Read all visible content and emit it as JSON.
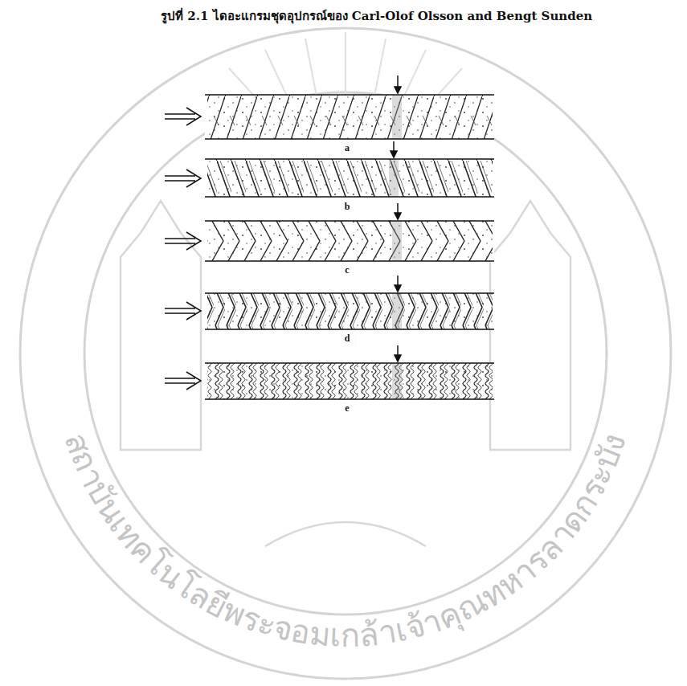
{
  "diagram": {
    "title": "รูปที่ 2.1 ไดอะแกรมชุดอุปกรณ์ของ Carl-Olof Olsson and Bengt Sunden",
    "labels": [
      "a",
      "b",
      "c",
      "d",
      "e",
      "สถาบันเทคโนโลยีพระจอมเกล้าเจ้าคุณทหารลาดกระบัง"
    ]
  }
}
